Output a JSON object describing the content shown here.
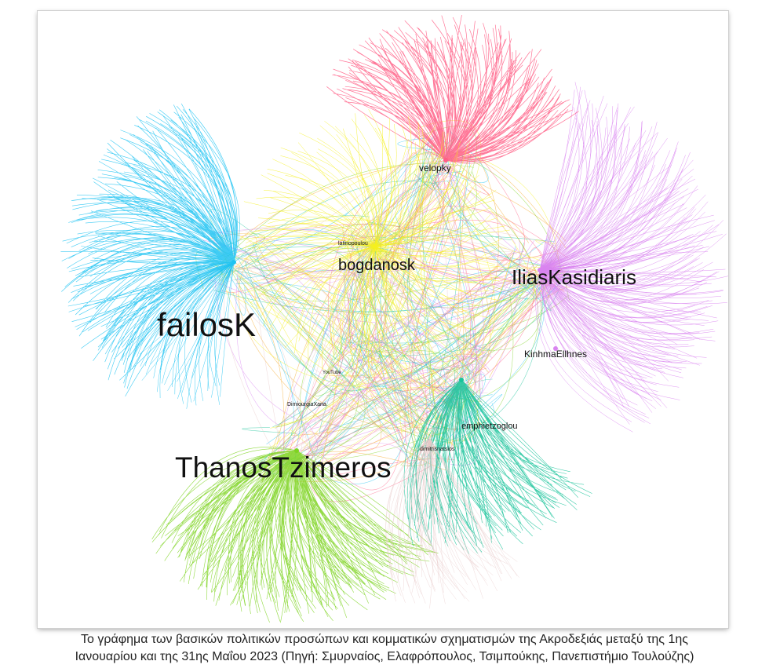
{
  "figure": {
    "nodes": [
      {
        "id": "failosK",
        "label": "failosK",
        "color": "#1ec3f2",
        "size": "xl"
      },
      {
        "id": "ThanosTzimeros",
        "label": "ThanosTzimeros",
        "color": "#7ed321",
        "size": "xl"
      },
      {
        "id": "IliasKasidiaris",
        "label": "IliasKasidiaris",
        "color": "#d984f0",
        "size": "l"
      },
      {
        "id": "bogdanosk",
        "label": "bogdanosk",
        "color": "#f5f01e",
        "size": "m"
      },
      {
        "id": "velopky",
        "label": "velopky",
        "color": "#ff5f86",
        "size": "s"
      },
      {
        "id": "KinhmaEllhnes",
        "label": "KinhmaEllhnes",
        "color": "#d984f0",
        "size": "s"
      },
      {
        "id": "emphietzoglou",
        "label": "emphietzoglou",
        "color": "#19c39a",
        "size": "s"
      },
      {
        "id": "latinopoulou",
        "label": "latinopoulou",
        "color": "#f5f01e",
        "size": "xs"
      },
      {
        "id": "DimiourgiaXana",
        "label": "DimiourgiaXana",
        "color": "#f5a623",
        "size": "xs"
      },
      {
        "id": "YouTube",
        "label": "YouTube",
        "color": "#f5a623",
        "size": "xs"
      },
      {
        "id": "dimitrisnatsios",
        "label": "dimitrisnatsios",
        "color": "#e8c8c8",
        "size": "xs"
      }
    ],
    "edge_colors": [
      "#f5a623",
      "#19c39a",
      "#7ed321",
      "#1ec3f2",
      "#ff5f86",
      "#d984f0",
      "#f5f01e",
      "#e8c8c8"
    ]
  },
  "caption": {
    "line1": "Το γράφημα των βασικών πολιτικών προσώπων και κομματικών σχηματισμών της Ακροδεξιάς μεταξύ της 1ης",
    "line2": "Ιανουαρίου και της 31ης Μαΐου 2023 (Πηγή: Σμυρναίος, Ελαφρόπουλος, Τσιμπούκης, Πανεπιστήμιο Τουλούζης)"
  }
}
